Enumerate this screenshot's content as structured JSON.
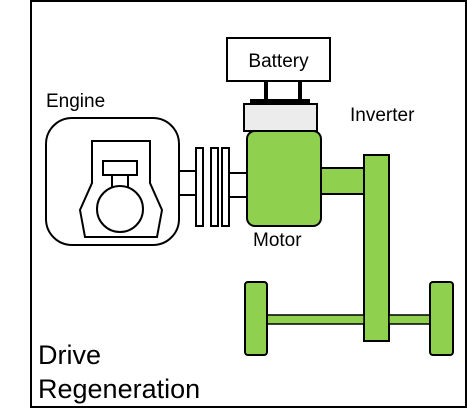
{
  "labels": {
    "battery": "Battery",
    "engine": "Engine",
    "inverter": "Inverter",
    "motor": "Motor",
    "mode_line1": "Drive",
    "mode_line2": "Regeneration"
  },
  "colors": {
    "green": "#8fd14f",
    "inverter_fill": "#ececec",
    "stroke": "#000000",
    "background": "#ffffff"
  }
}
